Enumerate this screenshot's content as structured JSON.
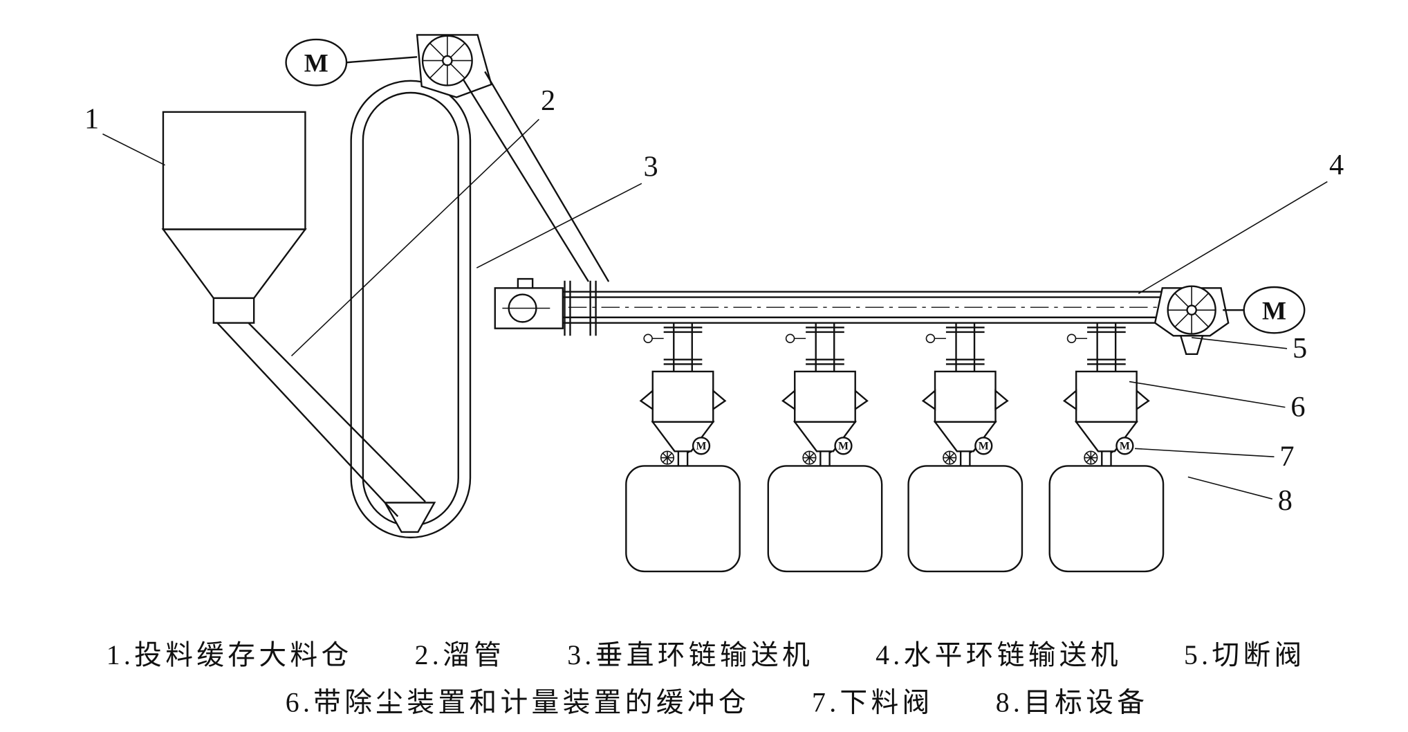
{
  "diagram": {
    "motor_left": "M",
    "motor_right": "M",
    "valve_motor": "M",
    "callouts": {
      "c1": "1",
      "c2": "2",
      "c3": "3",
      "c4": "4",
      "c5": "5",
      "c6": "6",
      "c7": "7",
      "c8": "8"
    },
    "legend_line1": "1.投料缓存大料仓　　2.溜管　　3.垂直环链输送机　　4.水平环链输送机　　5.切断阀",
    "legend_line2": "6.带除尘装置和计量装置的缓冲仓　　7.下料阀　　8.目标设备"
  }
}
